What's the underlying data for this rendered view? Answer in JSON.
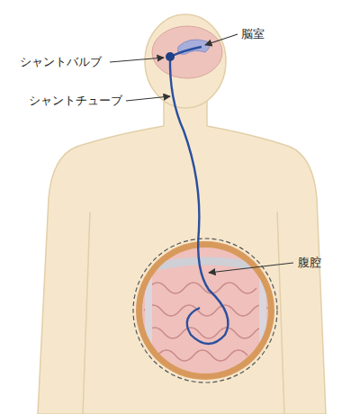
{
  "diagram": {
    "labels": [
      "脳室",
      "シャントバルブ",
      "シャントチューブ",
      "腹腔"
    ]
  }
}
